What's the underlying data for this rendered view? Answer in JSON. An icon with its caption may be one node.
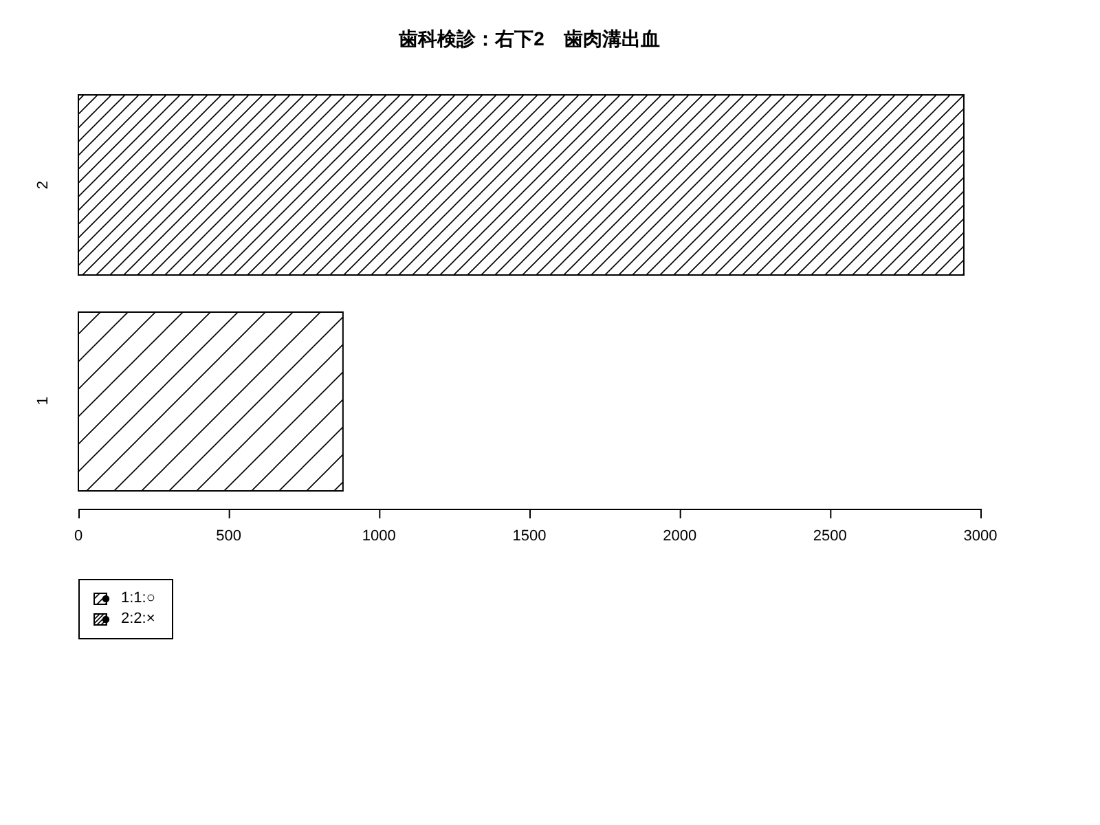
{
  "diagram": {
    "title": "歯科検診：右下2　歯肉溝出血",
    "legend": [
      {
        "text": "1:1:○"
      },
      {
        "text": "2:2:×"
      }
    ],
    "chart_data": {
      "type": "bar",
      "orientation": "horizontal",
      "categories": [
        "2",
        "1"
      ],
      "series": [
        {
          "values": [
            2945,
            880
          ]
        }
      ],
      "xlim": [
        0,
        3000
      ],
      "xticks": [
        0,
        500,
        1000,
        1500,
        2000,
        2500,
        3000
      ]
    }
  }
}
